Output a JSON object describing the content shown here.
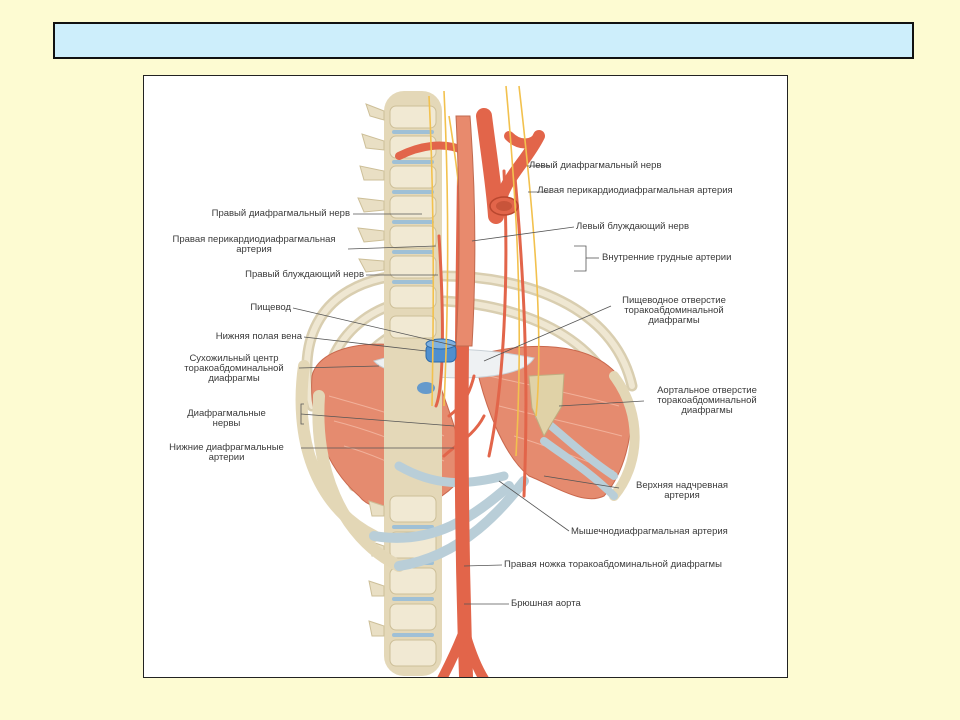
{
  "slide": {
    "title": ""
  },
  "labels": {
    "left_phrenic": "Левый диафрагмальный нерв",
    "left_pericardiophrenic": "Левая перикардиодиафрагмальная артерия",
    "left_vagus": "Левый блуждающий нерв",
    "internal_thoracic": "Внутренние грудные артерии",
    "esophageal_hiatus": "Пищеводное отверстие торакоабдоминальной диафрагмы",
    "aortic_hiatus": "Аортальное отверстие торакоабдоминальной диафрагмы",
    "superior_epigastric": "Верхняя надчревная артерия",
    "musculophrenic": "Мышечнодиафрагмальная артерия",
    "right_crus": "Правая ножка торакоабдоминальной диафрагмы",
    "abdominal_aorta": "Брюшная аорта",
    "right_phrenic": "Правый диафрагмальный нерв",
    "right_pericardiophrenic": "Правая перикардиодиафрагмальная артерия",
    "right_vagus": "Правый блуждающий нерв",
    "esophagus": "Пищевод",
    "ivc": "Нижняя полая вена",
    "central_tendon": "Сухожильный центр торакоабдоминальной диафрагмы",
    "phrenic_nerves": "Диафрагмальные нервы",
    "inferior_phrenic": "Нижние диафрагмальные артерии"
  },
  "colors": {
    "background": "#fdfbd2",
    "title_bar": "#cdeefb",
    "artery": "#e2654a",
    "muscle": "#e58b6f",
    "bone": "#e9dfc4",
    "cartilage": "#b9ced8",
    "vein": "#4f8fcf",
    "nerve": "#f2c14e"
  }
}
